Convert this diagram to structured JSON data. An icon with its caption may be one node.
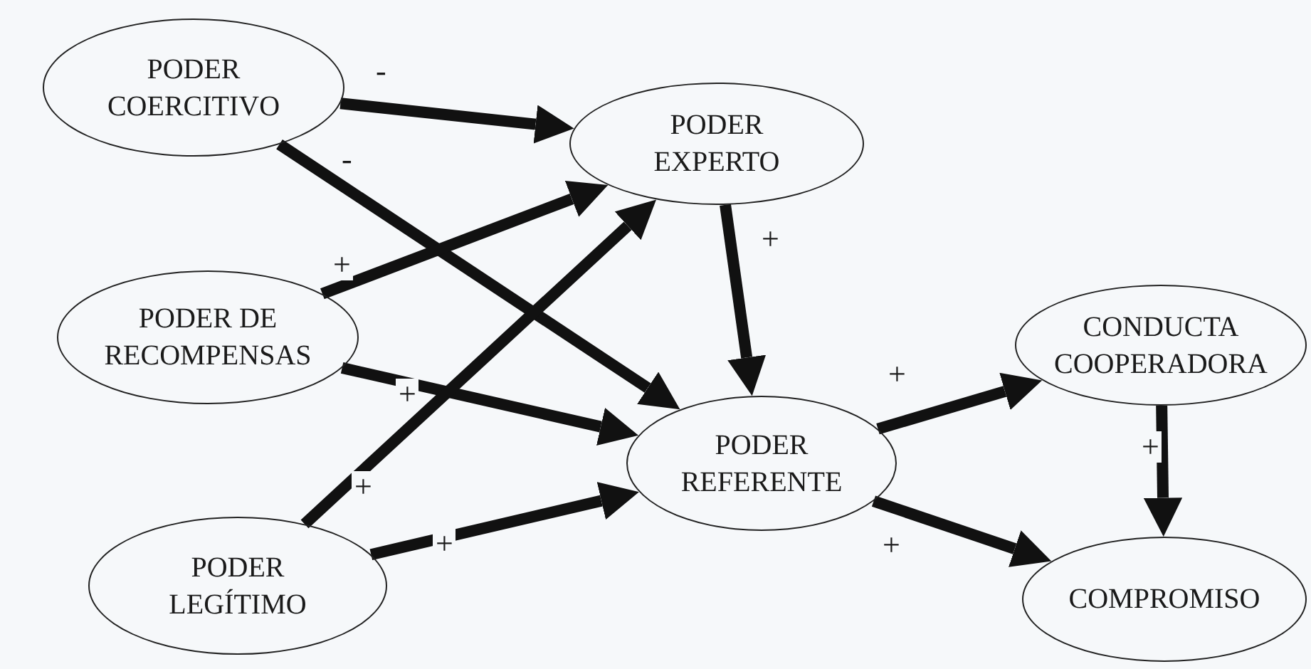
{
  "diagram": {
    "nodes": [
      {
        "text": [
          "PODER COERCITIVO"
        ]
      },
      {
        "text": [
          "PODER EXPERTO"
        ]
      },
      {
        "text": [
          "PODER DE RECOMPENSAS"
        ]
      },
      {
        "text": [
          "PODER LEGÍTIMO"
        ]
      },
      {
        "text": [
          "PODER REFERENTE"
        ]
      },
      {
        "text": [
          "CONDUCTA COOPERADORA"
        ]
      },
      {
        "text": [
          "COMPROMISO"
        ]
      }
    ],
    "edges": [
      {
        "from": 0,
        "to": 1,
        "arrow": "to",
        "label": "-"
      },
      {
        "from": 0,
        "to": 4,
        "arrow": "to",
        "label": "-"
      },
      {
        "from": 2,
        "to": 1,
        "arrow": "to",
        "label": "+"
      },
      {
        "from": 2,
        "to": 4,
        "arrow": "to",
        "label": "+"
      },
      {
        "from": 3,
        "to": 1,
        "arrow": "to",
        "label": "+"
      },
      {
        "from": 3,
        "to": 4,
        "arrow": "to",
        "label": "+"
      },
      {
        "from": 1,
        "to": 4,
        "arrow": "to",
        "label": "+"
      },
      {
        "from": 4,
        "to": 5,
        "arrow": "to",
        "label": "+"
      },
      {
        "from": 4,
        "to": 6,
        "arrow": "to",
        "label": "+"
      },
      {
        "from": 5,
        "to": 6,
        "arrow": "to",
        "label": "+"
      }
    ]
  }
}
